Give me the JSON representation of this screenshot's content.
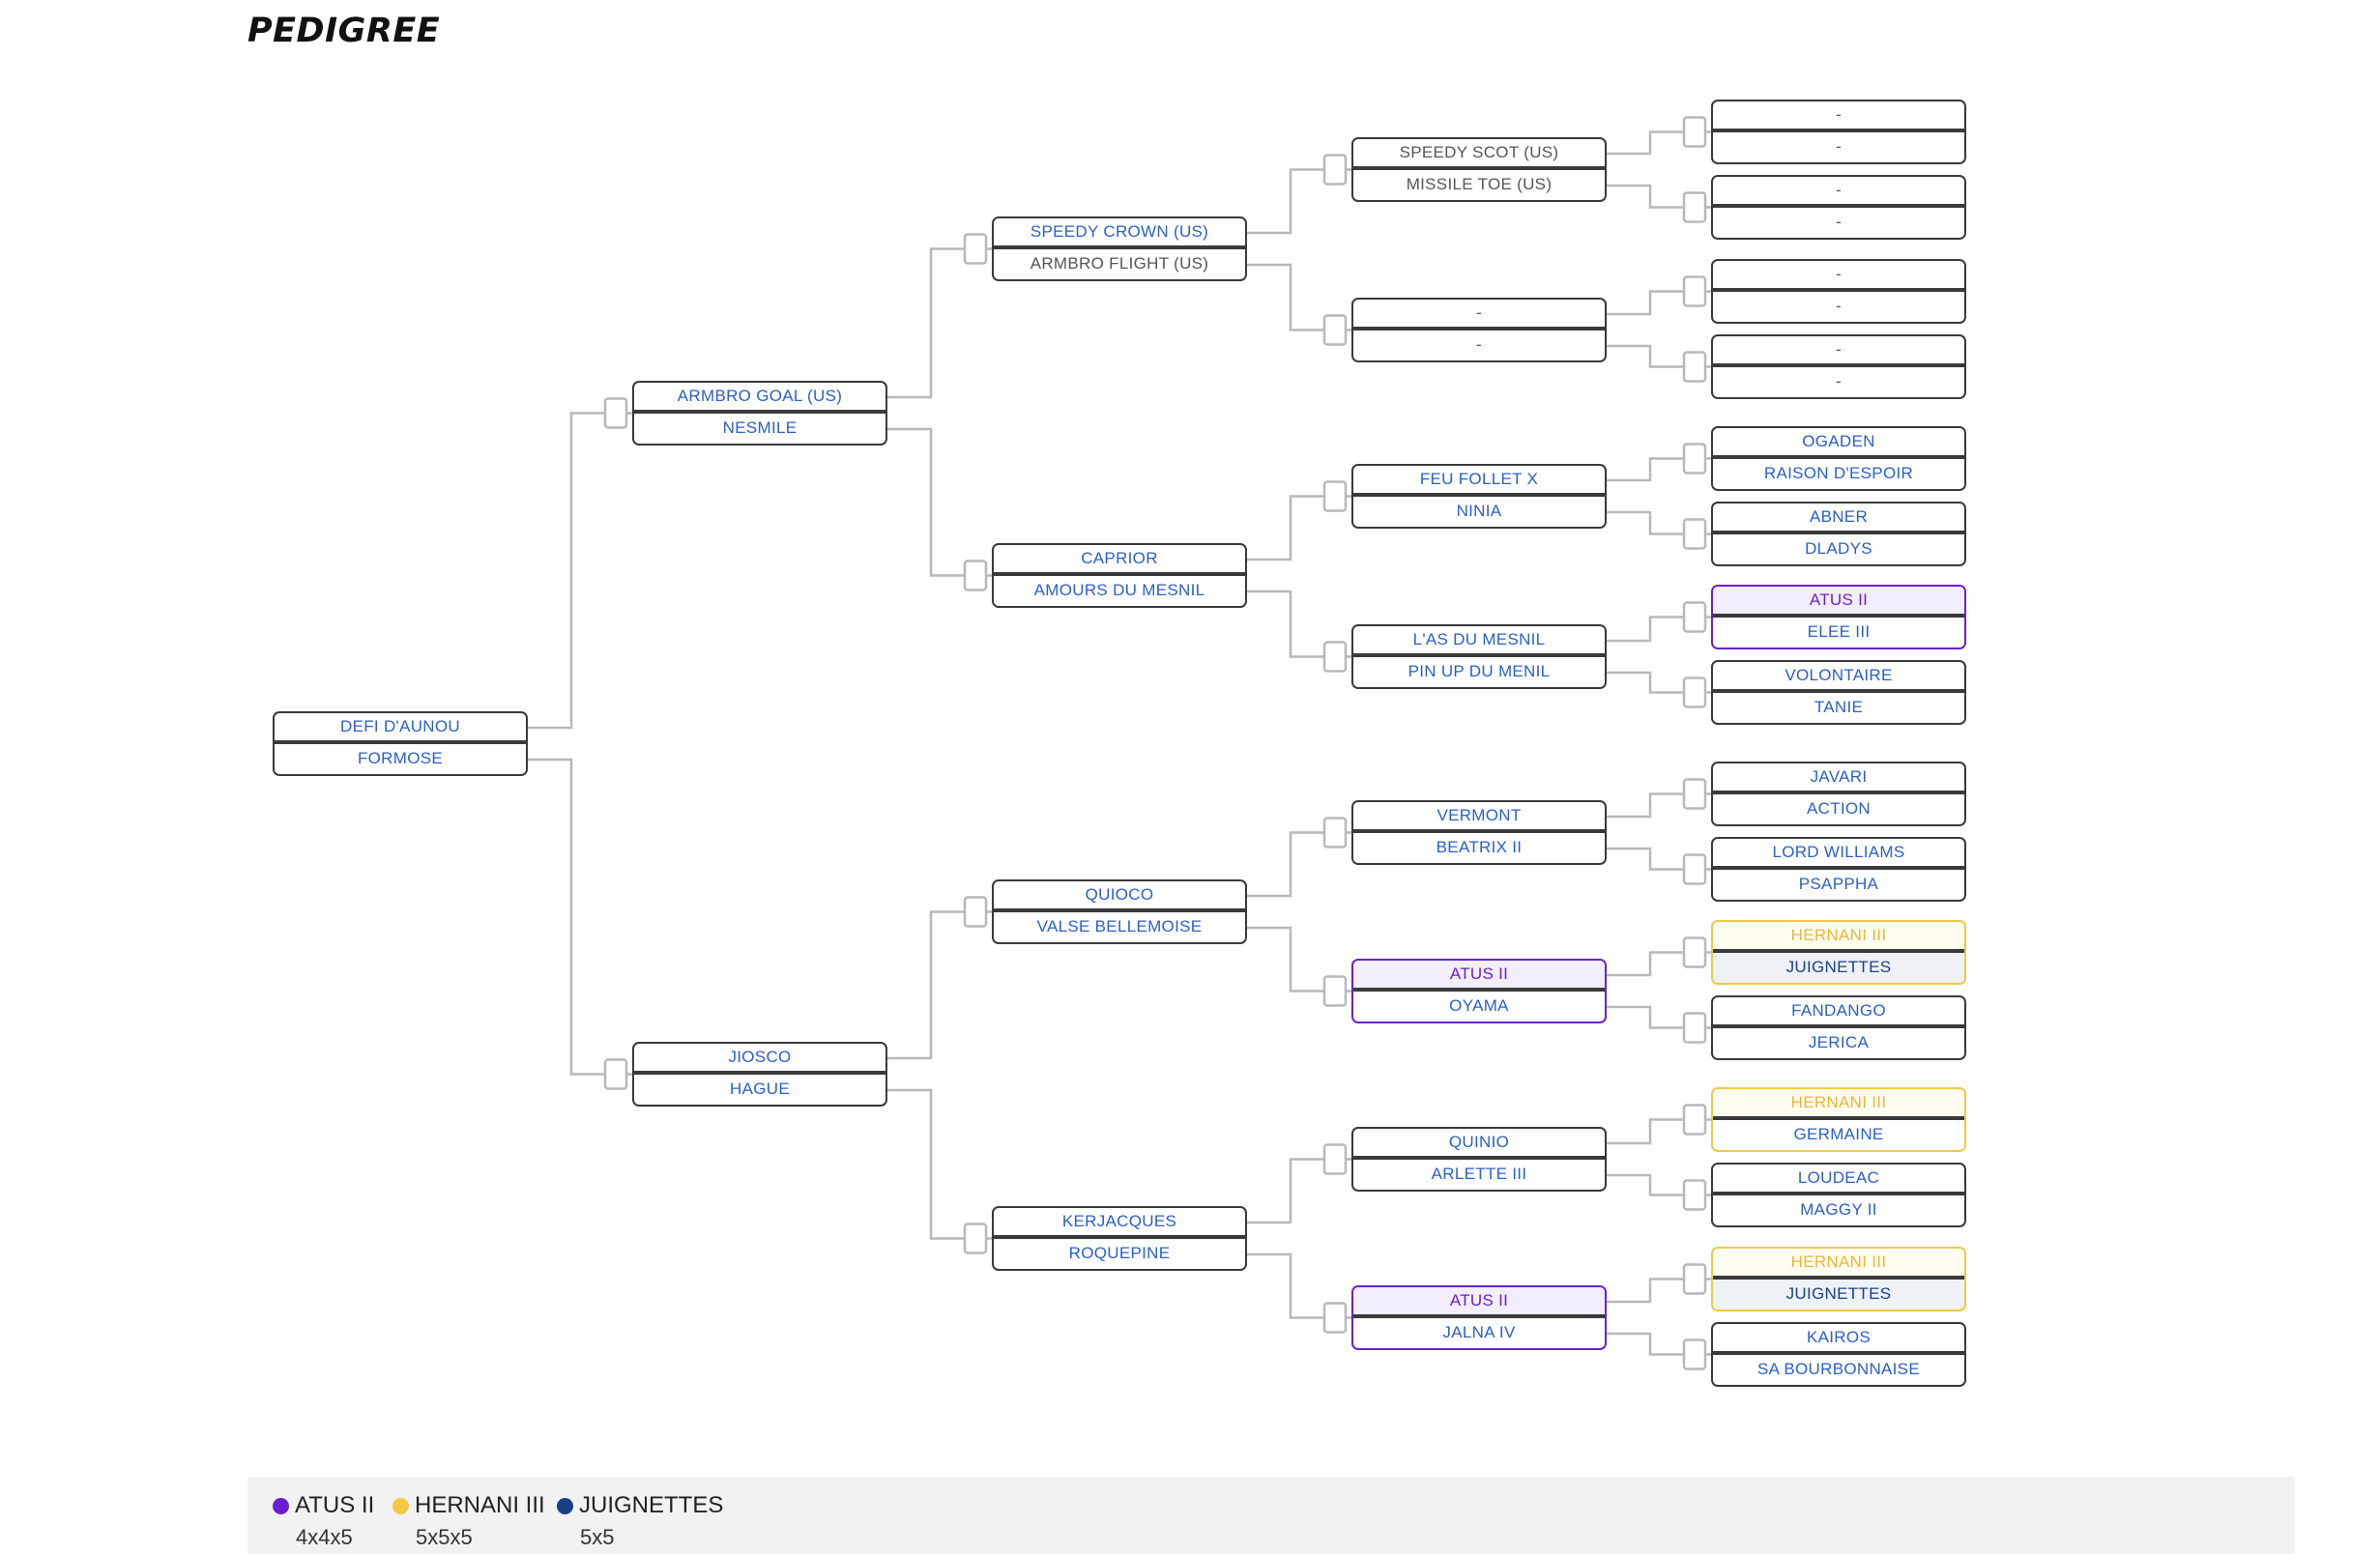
{
  "header": {
    "title": "PEDIGREE"
  },
  "pedigree": {
    "g1": {
      "sire": "DEFI D'AUNOU",
      "dam": "FORMOSE"
    },
    "g2": [
      {
        "sire": "ARMBRO GOAL (US)",
        "dam": "NESMILE"
      },
      {
        "sire": "JIOSCO",
        "dam": "HAGUE"
      }
    ],
    "g3": [
      {
        "sire": "SPEEDY CROWN (US)",
        "dam": "ARMBRO FLIGHT (US)",
        "style": "muted-bottom"
      },
      {
        "sire": "CAPRIOR",
        "dam": "AMOURS DU MESNIL"
      },
      {
        "sire": "QUIOCO",
        "dam": "VALSE BELLEMOISE"
      },
      {
        "sire": "KERJACQUES",
        "dam": "ROQUEPINE"
      }
    ],
    "g4": [
      {
        "sire": "SPEEDY SCOT (US)",
        "dam": "MISSILE TOE (US)",
        "style": "muted"
      },
      {
        "sire": "-",
        "dam": "-",
        "style": "muted"
      },
      {
        "sire": "FEU FOLLET X",
        "dam": "NINIA"
      },
      {
        "sire": "L'AS DU MESNIL",
        "dam": "PIN UP DU MENIL"
      },
      {
        "sire": "VERMONT",
        "dam": "BEATRIX II"
      },
      {
        "sire": "ATUS II",
        "dam": "OYAMA",
        "hl": "atus"
      },
      {
        "sire": "QUINIO",
        "dam": "ARLETTE III"
      },
      {
        "sire": "ATUS II",
        "dam": "JALNA IV",
        "hl": "atus"
      }
    ],
    "g5": [
      {
        "sire": "-",
        "dam": "-",
        "style": "muted"
      },
      {
        "sire": "-",
        "dam": "-",
        "style": "muted"
      },
      {
        "sire": "-",
        "dam": "-",
        "style": "muted"
      },
      {
        "sire": "-",
        "dam": "-",
        "style": "muted"
      },
      {
        "sire": "OGADEN",
        "dam": "RAISON D'ESPOIR"
      },
      {
        "sire": "ABNER",
        "dam": "DLADYS"
      },
      {
        "sire": "ATUS II",
        "dam": "ELEE III",
        "hl": "atus-top"
      },
      {
        "sire": "VOLONTAIRE",
        "dam": "TANIE"
      },
      {
        "sire": "JAVARI",
        "dam": "ACTION"
      },
      {
        "sire": "LORD WILLIAMS",
        "dam": "PSAPPHA"
      },
      {
        "sire": "HERNANI III",
        "dam": "JUIGNETTES",
        "hl": "hern-juig"
      },
      {
        "sire": "FANDANGO",
        "dam": "JERICA"
      },
      {
        "sire": "HERNANI III",
        "dam": "GERMAINE",
        "hl": "hern"
      },
      {
        "sire": "LOUDEAC",
        "dam": "MAGGY II"
      },
      {
        "sire": "HERNANI III",
        "dam": "JUIGNETTES",
        "hl": "hern-juig"
      },
      {
        "sire": "KAIROS",
        "dam": "SA BOURBONNAISE"
      }
    ]
  },
  "legend": [
    {
      "name": "ATUS II",
      "sub": "4x4x5",
      "color": "#6a1fd0"
    },
    {
      "name": "HERNANI III",
      "sub": "5x5x5",
      "color": "#f0c945"
    },
    {
      "name": "JUIGNETTES",
      "sub": "5x5",
      "color": "#1b3f87"
    }
  ]
}
